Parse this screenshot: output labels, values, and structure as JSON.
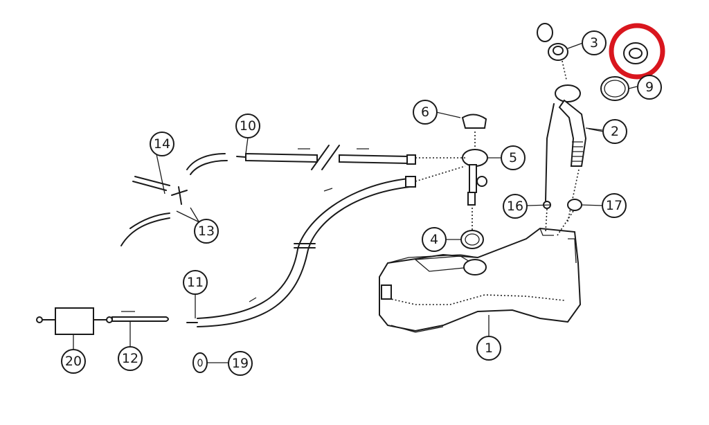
{
  "diagram": {
    "highlight_color": "#d9161e",
    "callouts": {
      "c1": "1",
      "c2": "2",
      "c3": "3",
      "c4": "4",
      "c5": "5",
      "c6": "6",
      "c9": "9",
      "c10": "10",
      "c11": "11",
      "c12": "12",
      "c13": "13",
      "c14": "14",
      "c16": "16",
      "c17": "17",
      "c19": "19",
      "c20": "20"
    }
  }
}
